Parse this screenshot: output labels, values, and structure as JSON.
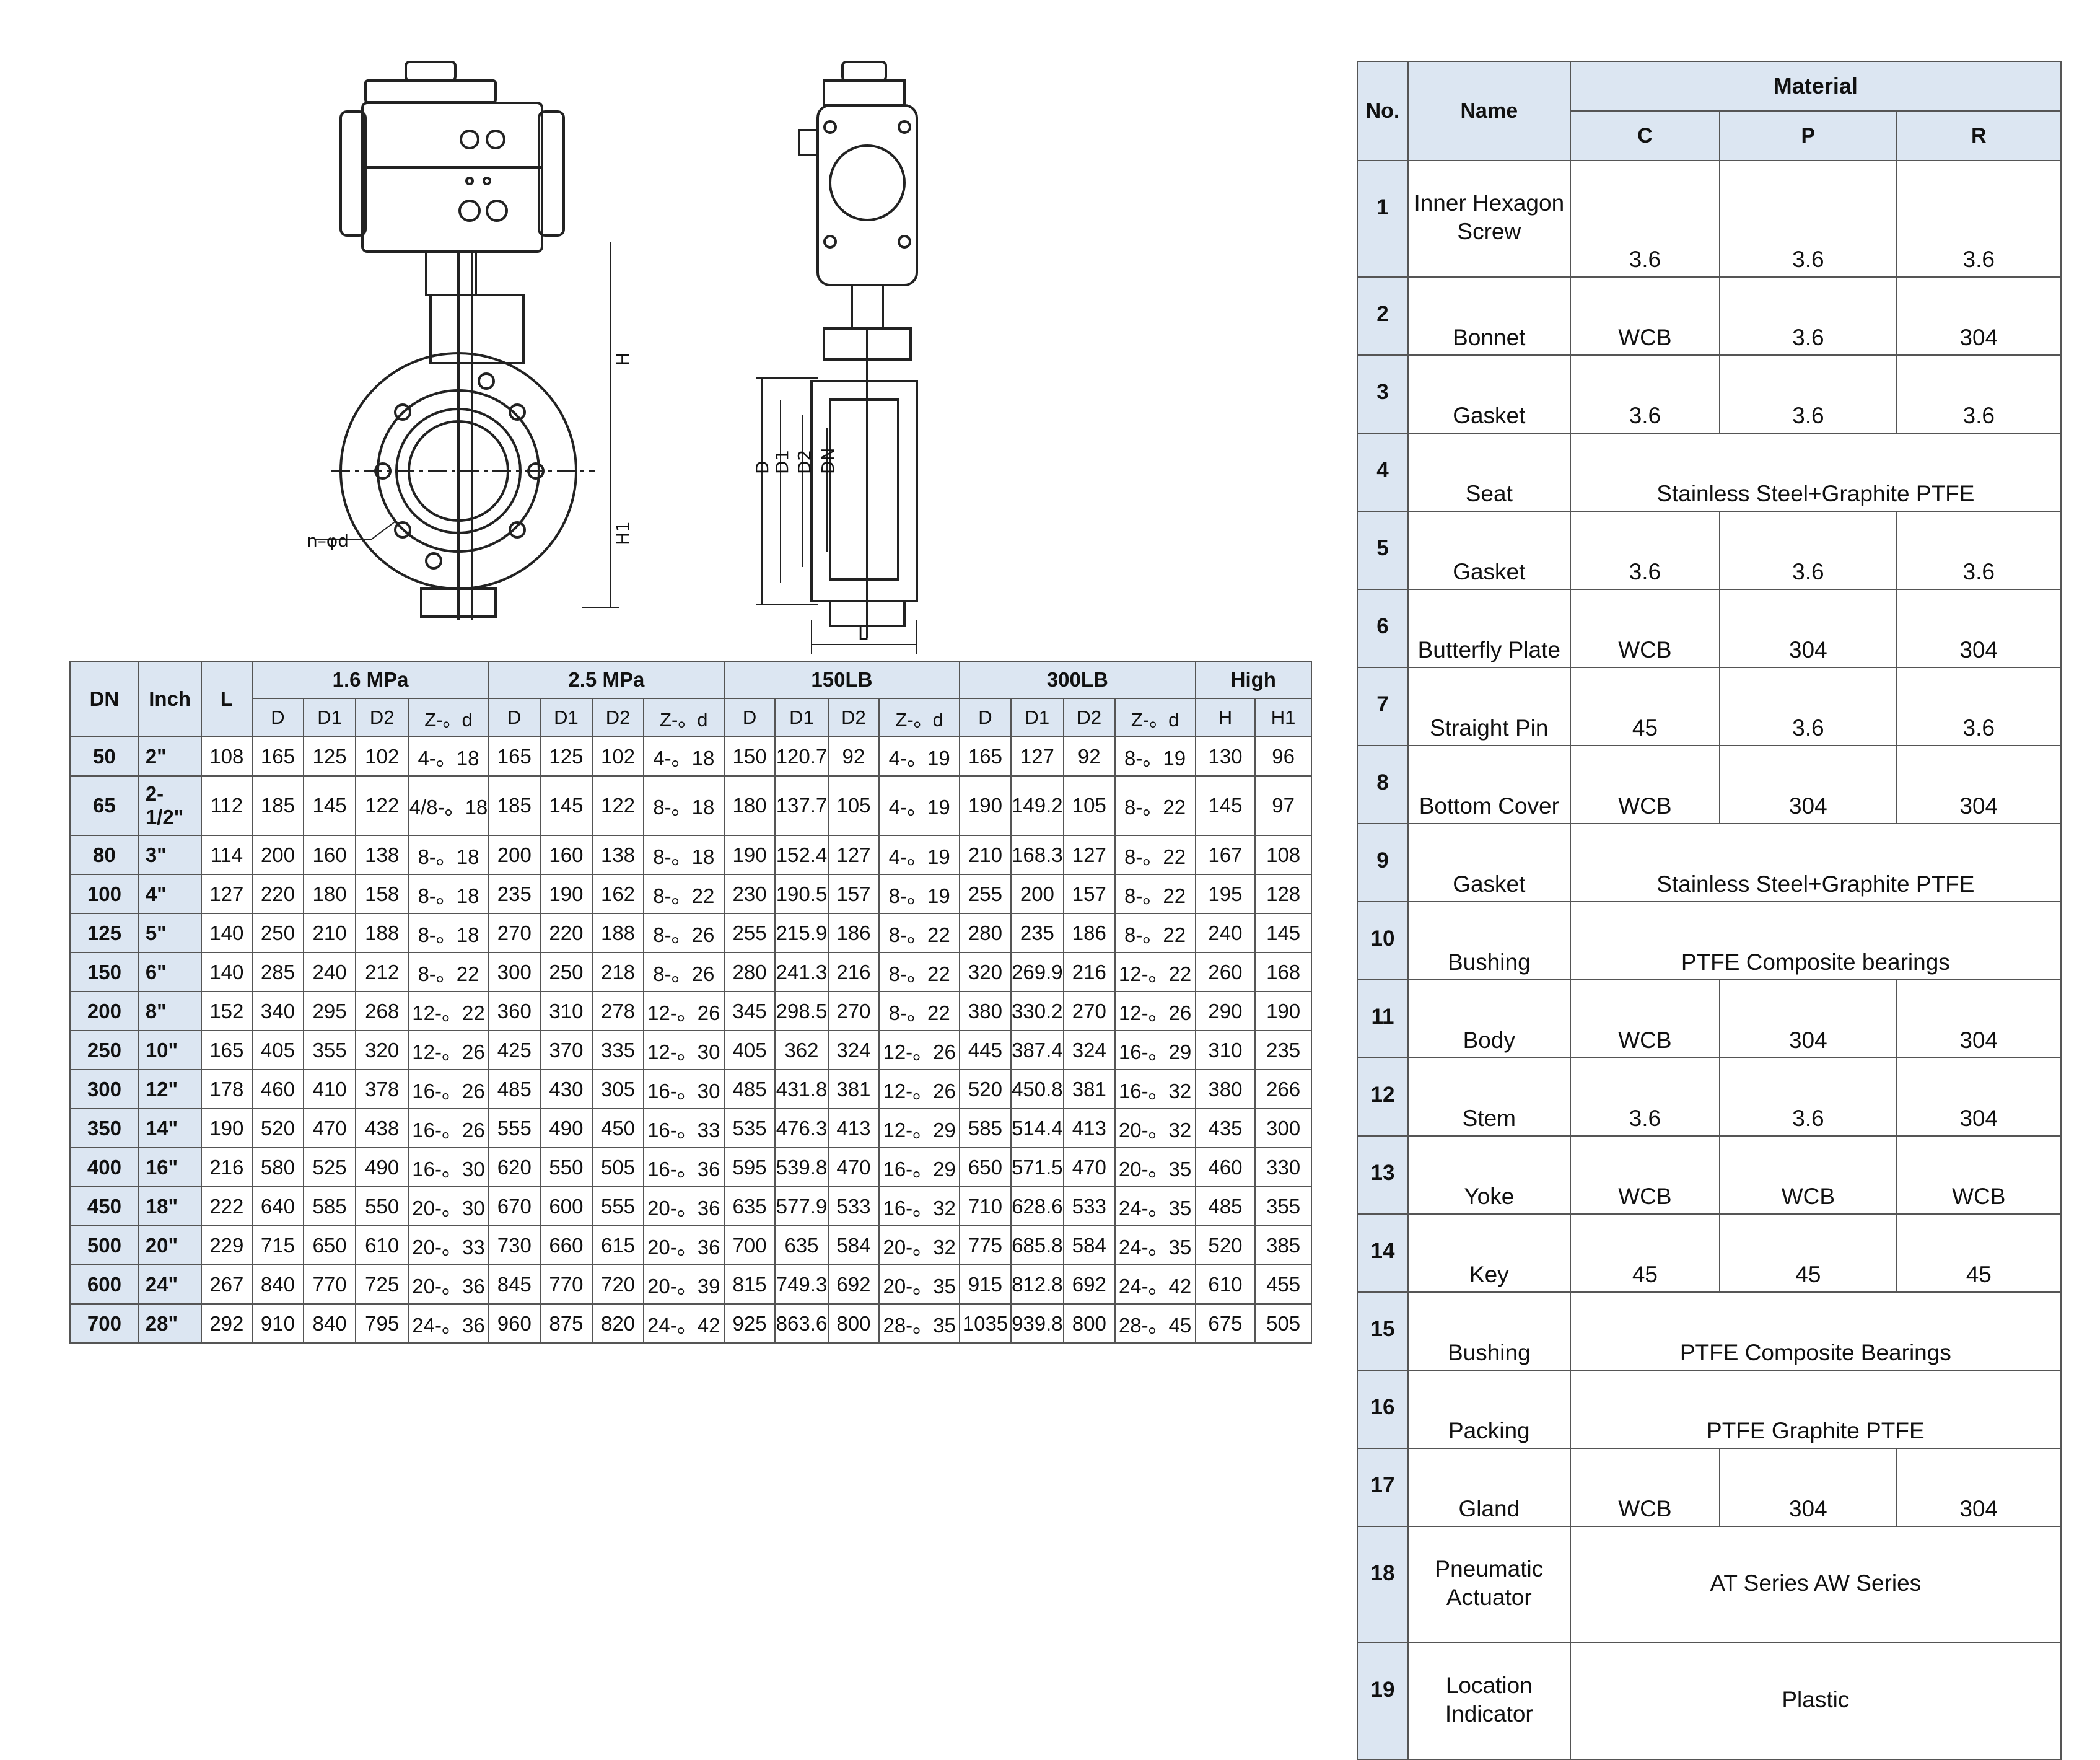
{
  "drawing": {
    "labels": {
      "n_phi_d": "n–φd",
      "H": "H",
      "H1": "H1",
      "D": "D",
      "D1": "D1",
      "D2": "D2",
      "DN": "DN",
      "L": "L"
    }
  },
  "dimensions": {
    "headers": {
      "dn": "DN",
      "inch": "Inch",
      "l": "L",
      "g1": "1.6 MPa",
      "g2": "2.5 MPa",
      "g3": "150LB",
      "g4": "300LB",
      "g5": "High"
    },
    "sub": [
      "D",
      "D1",
      "D2",
      "Z-。d",
      "D",
      "D1",
      "D2",
      "Z-。d",
      "D",
      "D1",
      "D2",
      "Z-。d",
      "D",
      "D1",
      "D2",
      "Z-。d",
      "H",
      "H1"
    ],
    "rows": [
      [
        "50",
        "2\"",
        "108",
        "165",
        "125",
        "102",
        "4-。18",
        "165",
        "125",
        "102",
        "4-。18",
        "150",
        "120.7",
        "92",
        "4-。19",
        "165",
        "127",
        "92",
        "8-。19",
        "130",
        "96"
      ],
      [
        "65",
        "2-1/2\"",
        "112",
        "185",
        "145",
        "122",
        "4/8-。18",
        "185",
        "145",
        "122",
        "8-。18",
        "180",
        "137.7",
        "105",
        "4-。19",
        "190",
        "149.2",
        "105",
        "8-。22",
        "145",
        "97"
      ],
      [
        "80",
        "3\"",
        "114",
        "200",
        "160",
        "138",
        "8-。18",
        "200",
        "160",
        "138",
        "8-。18",
        "190",
        "152.4",
        "127",
        "4-。19",
        "210",
        "168.3",
        "127",
        "8-。22",
        "167",
        "108"
      ],
      [
        "100",
        "4\"",
        "127",
        "220",
        "180",
        "158",
        "8-。18",
        "235",
        "190",
        "162",
        "8-。22",
        "230",
        "190.5",
        "157",
        "8-。19",
        "255",
        "200",
        "157",
        "8-。22",
        "195",
        "128"
      ],
      [
        "125",
        "5\"",
        "140",
        "250",
        "210",
        "188",
        "8-。18",
        "270",
        "220",
        "188",
        "8-。26",
        "255",
        "215.9",
        "186",
        "8-。22",
        "280",
        "235",
        "186",
        "8-。22",
        "240",
        "145"
      ],
      [
        "150",
        "6\"",
        "140",
        "285",
        "240",
        "212",
        "8-。22",
        "300",
        "250",
        "218",
        "8-。26",
        "280",
        "241.3",
        "216",
        "8-。22",
        "320",
        "269.9",
        "216",
        "12-。22",
        "260",
        "168"
      ],
      [
        "200",
        "8\"",
        "152",
        "340",
        "295",
        "268",
        "12-。22",
        "360",
        "310",
        "278",
        "12-。26",
        "345",
        "298.5",
        "270",
        "8-。22",
        "380",
        "330.2",
        "270",
        "12-。26",
        "290",
        "190"
      ],
      [
        "250",
        "10\"",
        "165",
        "405",
        "355",
        "320",
        "12-。26",
        "425",
        "370",
        "335",
        "12-。30",
        "405",
        "362",
        "324",
        "12-。26",
        "445",
        "387.4",
        "324",
        "16-。29",
        "310",
        "235"
      ],
      [
        "300",
        "12\"",
        "178",
        "460",
        "410",
        "378",
        "16-。26",
        "485",
        "430",
        "305",
        "16-。30",
        "485",
        "431.8",
        "381",
        "12-。26",
        "520",
        "450.8",
        "381",
        "16-。32",
        "380",
        "266"
      ],
      [
        "350",
        "14\"",
        "190",
        "520",
        "470",
        "438",
        "16-。26",
        "555",
        "490",
        "450",
        "16-。33",
        "535",
        "476.3",
        "413",
        "12-。29",
        "585",
        "514.4",
        "413",
        "20-。32",
        "435",
        "300"
      ],
      [
        "400",
        "16\"",
        "216",
        "580",
        "525",
        "490",
        "16-。30",
        "620",
        "550",
        "505",
        "16-。36",
        "595",
        "539.8",
        "470",
        "16-。29",
        "650",
        "571.5",
        "470",
        "20-。35",
        "460",
        "330"
      ],
      [
        "450",
        "18\"",
        "222",
        "640",
        "585",
        "550",
        "20-。30",
        "670",
        "600",
        "555",
        "20-。36",
        "635",
        "577.9",
        "533",
        "16-。32",
        "710",
        "628.6",
        "533",
        "24-。35",
        "485",
        "355"
      ],
      [
        "500",
        "20\"",
        "229",
        "715",
        "650",
        "610",
        "20-。33",
        "730",
        "660",
        "615",
        "20-。36",
        "700",
        "635",
        "584",
        "20-。32",
        "775",
        "685.8",
        "584",
        "24-。35",
        "520",
        "385"
      ],
      [
        "600",
        "24\"",
        "267",
        "840",
        "770",
        "725",
        "20-。36",
        "845",
        "770",
        "720",
        "20-。39",
        "815",
        "749.3",
        "692",
        "20-。35",
        "915",
        "812.8",
        "692",
        "24-。42",
        "610",
        "455"
      ],
      [
        "700",
        "28\"",
        "292",
        "910",
        "840",
        "795",
        "24-。36",
        "960",
        "875",
        "820",
        "24-。42",
        "925",
        "863.6",
        "800",
        "28-。35",
        "1035",
        "939.8",
        "800",
        "28-。45",
        "675",
        "505"
      ]
    ]
  },
  "materials": {
    "headers": {
      "no": "No.",
      "name": "Name",
      "material": "Material",
      "c": "C",
      "p": "P",
      "r": "R"
    },
    "rows": [
      {
        "no": "1",
        "name": "Inner Hexagon Screw",
        "c": "3.6",
        "p": "3.6",
        "r": "3.6"
      },
      {
        "no": "2",
        "name": "Bonnet",
        "c": "WCB",
        "p": "3.6",
        "r": "304"
      },
      {
        "no": "3",
        "name": "Gasket",
        "c": "3.6",
        "p": "3.6",
        "r": "3.6"
      },
      {
        "no": "4",
        "name": "Seat",
        "span": "Stainless Steel+Graphite PTFE"
      },
      {
        "no": "5",
        "name": "Gasket",
        "c": "3.6",
        "p": "3.6",
        "r": "3.6"
      },
      {
        "no": "6",
        "name": "Butterfly Plate",
        "c": "WCB",
        "p": "304",
        "r": "304"
      },
      {
        "no": "7",
        "name": "Straight Pin",
        "c": "45",
        "p": "3.6",
        "r": "3.6"
      },
      {
        "no": "8",
        "name": "Bottom Cover",
        "c": "WCB",
        "p": "304",
        "r": "304"
      },
      {
        "no": "9",
        "name": "Gasket",
        "span": "Stainless Steel+Graphite PTFE"
      },
      {
        "no": "10",
        "name": "Bushing",
        "span": "PTFE Composite bearings"
      },
      {
        "no": "11",
        "name": "Body",
        "c": "WCB",
        "p": "304",
        "r": "304"
      },
      {
        "no": "12",
        "name": "Stem",
        "c": "3.6",
        "p": "3.6",
        "r": "304"
      },
      {
        "no": "13",
        "name": "Yoke",
        "c": "WCB",
        "p": "WCB",
        "r": "WCB"
      },
      {
        "no": "14",
        "name": "Key",
        "c": "45",
        "p": "45",
        "r": "45"
      },
      {
        "no": "15",
        "name": "Bushing",
        "span": "PTFE Composite Bearings"
      },
      {
        "no": "16",
        "name": "Packing",
        "span": "PTFE Graphite PTFE"
      },
      {
        "no": "17",
        "name": "Gland",
        "c": "WCB",
        "p": "304",
        "r": "304"
      },
      {
        "no": "18",
        "name": "Pneumatic Actuator",
        "span": "AT Series  AW Series"
      },
      {
        "no": "19",
        "name": "Location Indicator",
        "span": "Plastic"
      }
    ]
  }
}
